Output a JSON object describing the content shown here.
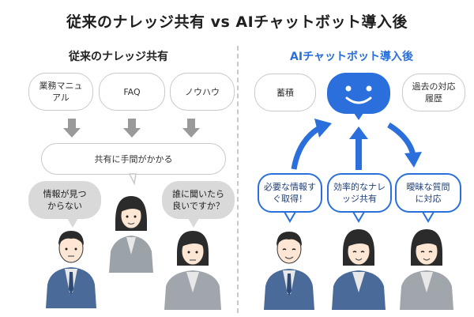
{
  "title": "従来のナレッジ共有 vs AIチャットボット導入後",
  "left": {
    "heading": "従来のナレッジ共有",
    "sources": [
      "業務マニュアル",
      "FAQ",
      "ノウハウ"
    ],
    "problem": "共有に手間がかかる",
    "complaints": [
      "情報が見つからない",
      "誰に聞いたら良いですか？"
    ]
  },
  "right": {
    "heading": "AIチャットボット導入後",
    "inputs": [
      "蓄積",
      "過去の対応履歴"
    ],
    "benefits": [
      "必要な情報すぐ取得！",
      "効率的なナレッジ共有",
      "曖昧な質問に対応"
    ]
  },
  "colors": {
    "accent": "#2a6fdb",
    "gray": "#d9d9d9",
    "suit": "#4a6b9a",
    "hair": "#2b2b2b"
  }
}
